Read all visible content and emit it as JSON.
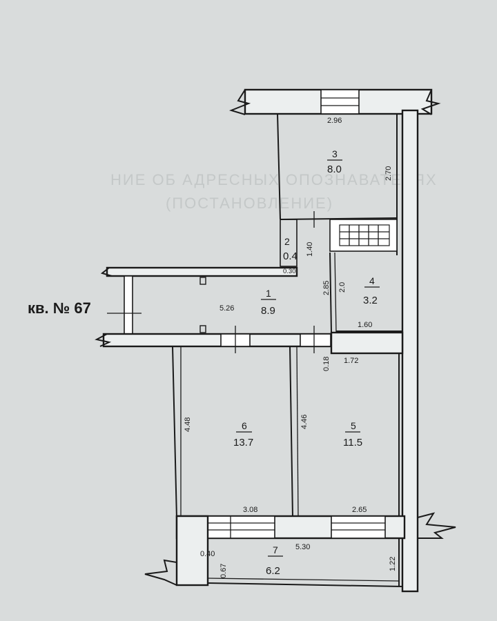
{
  "apartment_label": "кв. № 67",
  "background_text": {
    "line1": "НИЕ ОБ АДРЕСНЫХ ОПОЗНАВАТЕЛЯХ",
    "line2": "(ПОСТАНОВЛЕНИЕ)"
  },
  "rooms": [
    {
      "number": "1",
      "area": "8.9"
    },
    {
      "number": "2",
      "area": "0.4"
    },
    {
      "number": "3",
      "area": "8.0"
    },
    {
      "number": "4",
      "area": "3.2"
    },
    {
      "number": "5",
      "area": "11.5"
    },
    {
      "number": "6",
      "area": "13.7"
    },
    {
      "number": "7",
      "area": "6.2"
    }
  ],
  "dimensions": {
    "r3_width": "2.96",
    "r3_height": "2.70",
    "r2_height": "1.40",
    "r2_width": "0.30",
    "r1_length": "5.26",
    "r4_height": "2.85",
    "r4_inner": "2.0",
    "r4_width": "1.60",
    "wall_gap": "0.18",
    "r5_width": "1.72",
    "r6_height": "4.48",
    "r5_height": "4.46",
    "r6_width": "3.08",
    "r5_bottom_width": "2.65",
    "r7_length": "5.30",
    "r7_left_a": "0.40",
    "r7_left_b": "0.67",
    "r7_height": "1.22"
  }
}
